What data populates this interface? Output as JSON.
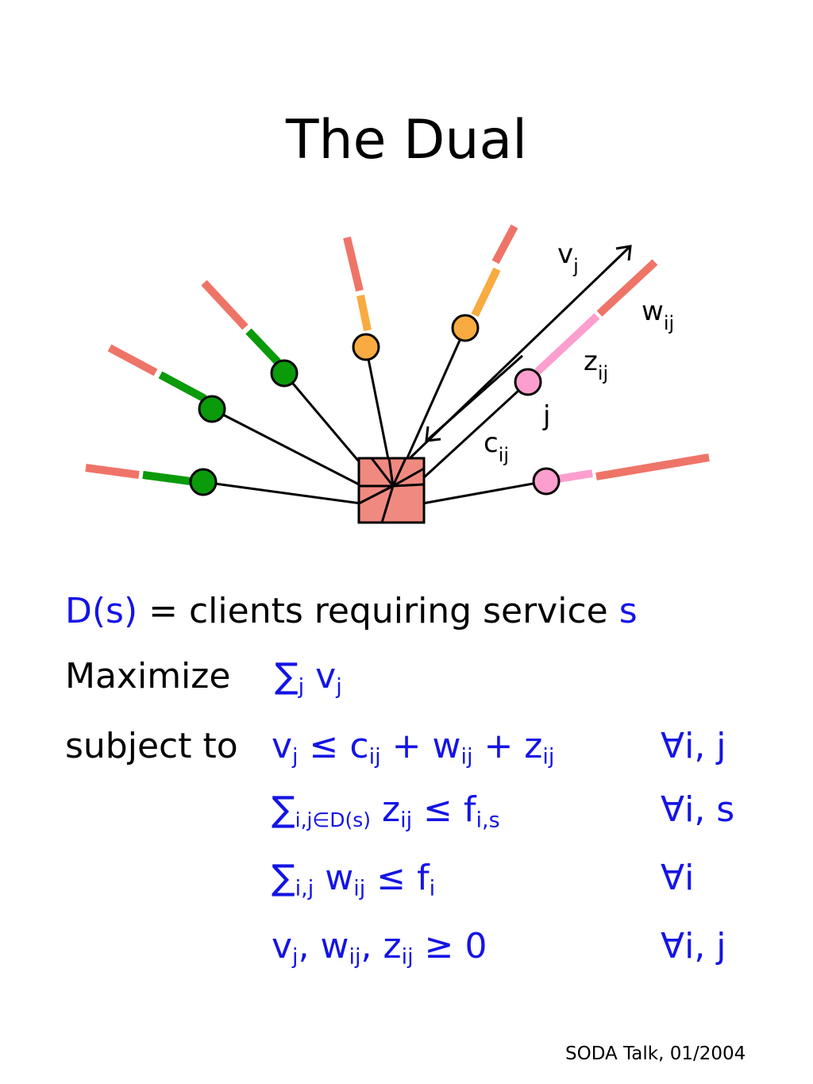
{
  "title": "The Dual",
  "diagram_labels": {
    "v": "v",
    "v_sub": "j",
    "w": "w",
    "w_sub": "ij",
    "z": "z",
    "z_sub": "ij",
    "j": "j",
    "c": "c",
    "c_sub": "ij"
  },
  "colors": {
    "salmon": "#ef7468",
    "green": "#0a9a0a",
    "orange": "#f8ab40",
    "pink": "#fc9fcf",
    "facility": "#f08a80",
    "blue_text": "#1414e6"
  },
  "definition": {
    "set_name": "D(s)",
    "text": " = clients requiring service ",
    "service": "s"
  },
  "lp": {
    "maximize_label": "Maximize",
    "objective": {
      "sum": "∑",
      "sum_sub": "j",
      "var": " v",
      "var_sub": "j"
    },
    "subject_label": "subject to",
    "constraints": [
      {
        "parts": [
          {
            "t": "v"
          },
          {
            "s": "j"
          },
          {
            "t": " ≤ c"
          },
          {
            "s": "ij"
          },
          {
            "t": " + w"
          },
          {
            "s": "ij"
          },
          {
            "t": " + z"
          },
          {
            "s": "ij"
          }
        ],
        "quantifier": "∀i, j"
      },
      {
        "parts": [
          {
            "t": "∑"
          },
          {
            "s": "i,j∈D(s)"
          },
          {
            "t": " z"
          },
          {
            "s": "ij"
          },
          {
            "t": " ≤ f"
          },
          {
            "s": "i,s"
          }
        ],
        "quantifier": "∀i, s"
      },
      {
        "parts": [
          {
            "t": "∑"
          },
          {
            "s": "i,j"
          },
          {
            "t": " w"
          },
          {
            "s": "ij"
          },
          {
            "t": " ≤ f"
          },
          {
            "s": "i"
          }
        ],
        "quantifier": "∀i"
      },
      {
        "parts": [
          {
            "t": "v"
          },
          {
            "s": "j"
          },
          {
            "t": ", w"
          },
          {
            "s": "ij"
          },
          {
            "t": ", z"
          },
          {
            "s": "ij"
          },
          {
            "t": " ≥ 0"
          }
        ],
        "quantifier": "∀i, j"
      }
    ]
  },
  "footer": "SODA Talk, 01/2004"
}
